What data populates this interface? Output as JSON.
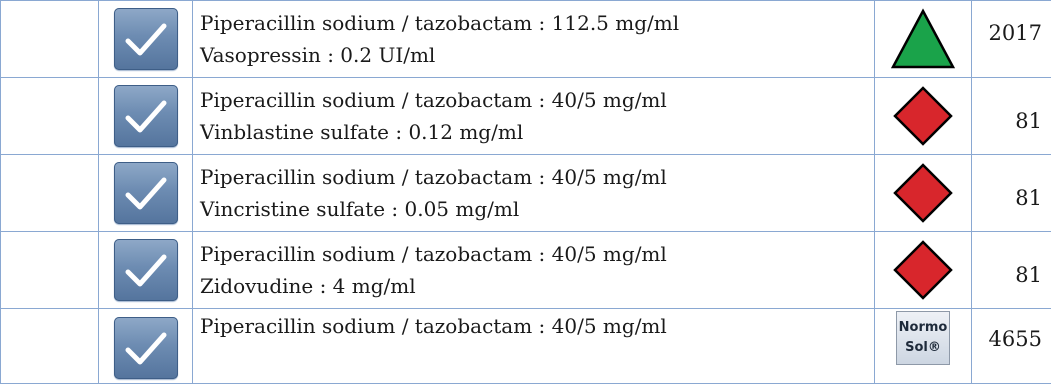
{
  "rows": [
    {
      "drug_a": "Piperacillin sodium / tazobactam : 112.5 mg/ml",
      "drug_b": "Vasopressin : 0.2 UI/ml",
      "symbol": "green-triangle",
      "reference": "2017"
    },
    {
      "drug_a": "Piperacillin sodium / tazobactam : 40/5 mg/ml",
      "drug_b": "Vinblastine sulfate : 0.12 mg/ml",
      "symbol": "red-diamond",
      "reference": "81"
    },
    {
      "drug_a": "Piperacillin sodium / tazobactam : 40/5 mg/ml",
      "drug_b": "Vincristine sulfate : 0.05 mg/ml",
      "symbol": "red-diamond",
      "reference": "81"
    },
    {
      "drug_a": "Piperacillin sodium / tazobactam : 40/5 mg/ml",
      "drug_b": "Zidovudine : 4 mg/ml",
      "symbol": "red-diamond",
      "reference": "81"
    },
    {
      "drug_a": "Piperacillin sodium / tazobactam : 40/5 mg/ml",
      "drug_b": "",
      "symbol": "normosol-badge",
      "badge_line1": "Normo",
      "badge_line2": "Sol®",
      "reference": "4655"
    }
  ],
  "colors": {
    "grid_border": "#8aa8d2",
    "compatible": "#1aa34a",
    "incompatible": "#d8262c"
  }
}
